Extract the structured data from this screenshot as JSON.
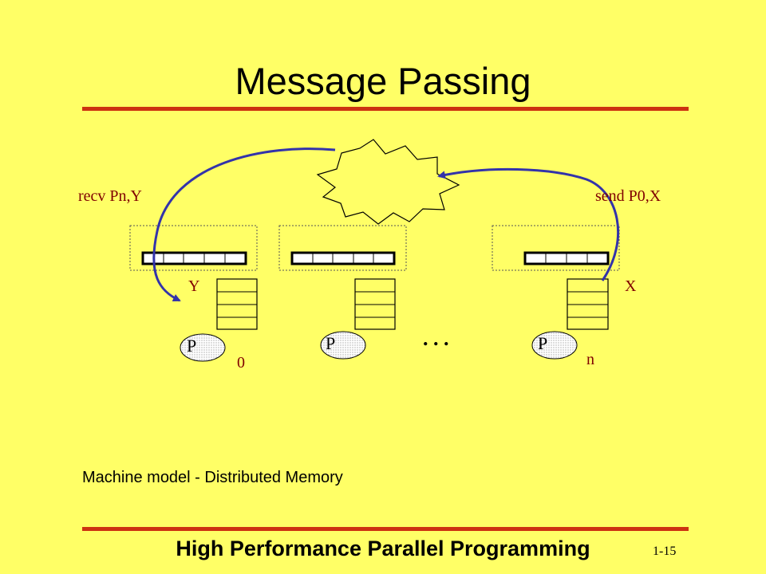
{
  "slide": {
    "title": "Message Passing",
    "caption": "Machine model - Distributed Memory",
    "footer": "High Performance Parallel Programming",
    "page_number": "1-15"
  },
  "diagram": {
    "recv_label": "recv Pn,Y",
    "send_label": "send P0,X",
    "var_y": "Y",
    "var_x": "X",
    "processor_label": "P",
    "index_first": "0",
    "index_last": "n",
    "ellipsis": ". . ."
  },
  "colors": {
    "background": "#FFFF66",
    "rule": "#CC3311",
    "arrow": "#3333AA",
    "label": "#800000"
  }
}
